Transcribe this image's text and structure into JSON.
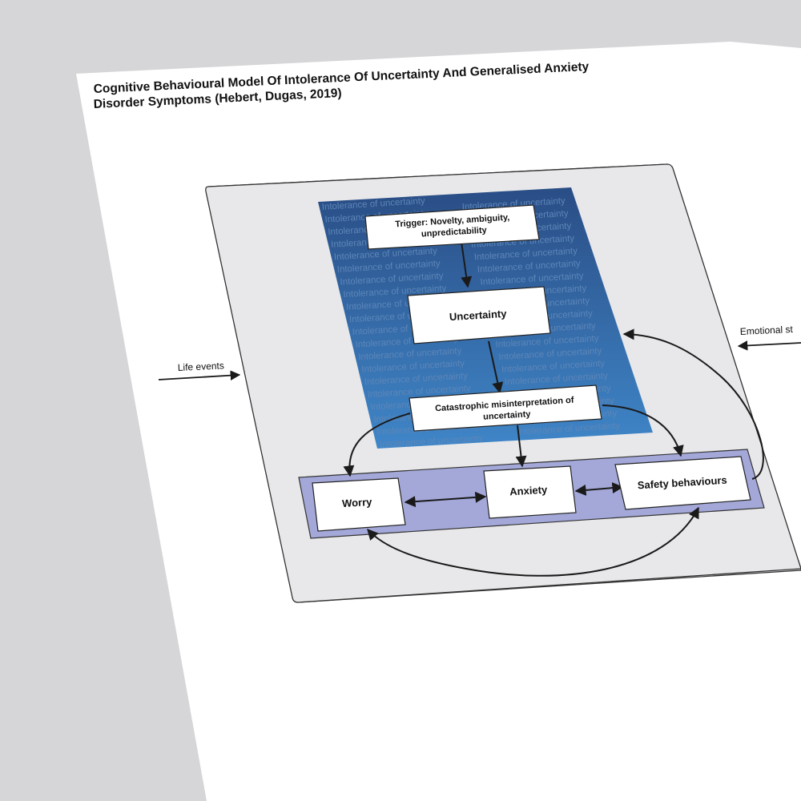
{
  "document": {
    "title_line1": "Cognitive Behavioural Model Of Intolerance Of Uncertainty And Generalised Anxiety",
    "title_line2": "Disorder Symptoms (Hebert, Dugas, 2019)"
  },
  "diagram": {
    "background_text": "Intolerance of uncertainty",
    "nodes": {
      "trigger_line1": "Trigger: Novelty, ambiguity,",
      "trigger_line2": "unpredictability",
      "uncertainty": "Uncertainty",
      "catastrophic_line1": "Catastrophic misinterpretation of",
      "catastrophic_line2": "uncertainty",
      "worry": "Worry",
      "anxiety": "Anxiety",
      "safety": "Safety behaviours"
    },
    "inputs": {
      "left": "Life events",
      "right": "Emotional st"
    }
  },
  "colors": {
    "page": "#ffffff",
    "desk": "#d6d6d8",
    "panel": "#e8e8ea",
    "gradient_top": "#2a4d85",
    "gradient_bottom": "#3f86c8",
    "watermark_text": "#5d86b8",
    "behaviour_band": "#a3a8d8",
    "stroke": "#1a1a1a"
  }
}
